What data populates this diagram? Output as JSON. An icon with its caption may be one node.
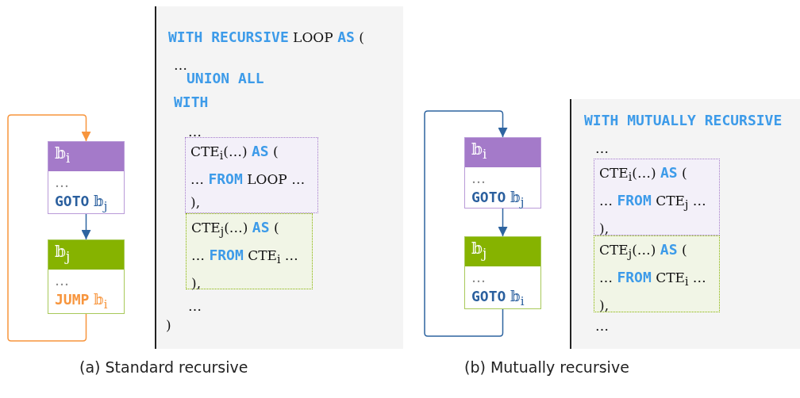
{
  "diagram": {
    "nodes": [
      {
        "text": [
          "𝕓$_{i}$",
          "…",
          "**GOTO** 𝕓$_{j}$"
        ]
      },
      {
        "text": [
          "𝕓$_{j}$",
          "…",
          "**JUMP** 𝕓$_{i}$"
        ]
      },
      {
        "text": [
          "**WITH RECURSIVE** LOOP **AS** (",
          "…",
          "**UNION ALL**",
          "**WITH**",
          "…",
          "…",
          ")"
        ]
      },
      {
        "text": [
          "CTE$_{i}$(…) **AS** (",
          "… **FROM** LOOP …",
          "),"
        ],
        "in": 2
      },
      {
        "text": [
          "CTE$_{j}$(…) **AS** (",
          "… **FROM** CTE$_{i}$ …",
          "),"
        ],
        "in": 2
      },
      {
        "text": [
          "𝕓$_{i}$",
          "…",
          "**GOTO** 𝕓$_{j}$"
        ]
      },
      {
        "text": [
          "𝕓$_{j}$",
          "…",
          "**GOTO** 𝕓$_{i}$"
        ]
      },
      {
        "text": [
          "**WITH MUTUALLY RECURSIVE**",
          "…",
          "…"
        ]
      },
      {
        "text": [
          "CTE$_{i}$(…) **AS** (",
          "… **FROM** CTE$_{j}$ …",
          "),"
        ],
        "in": 7
      },
      {
        "text": [
          "CTE$_{j}$(…) **AS** (",
          "… **FROM** CTE$_{i}$ …",
          "),"
        ],
        "in": 7
      }
    ],
    "edges": [
      {
        "from": 0,
        "to": 1,
        "arrow": "to"
      },
      {
        "from": 1,
        "to": 0,
        "arrow": "to",
        "color": "#f7953d"
      },
      {
        "from": 5,
        "to": 6,
        "arrow": "to"
      },
      {
        "from": 6,
        "to": 5,
        "arrow": "to"
      }
    ],
    "labels": [
      "(a) Standard recursive",
      "(b) Mutually recursive"
    ]
  }
}
